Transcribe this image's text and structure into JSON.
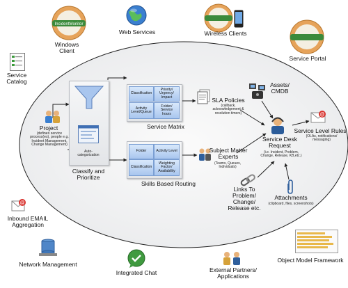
{
  "diagram": {
    "clients": {
      "windows": "Windows\nClient",
      "web_services": "Web Services",
      "wireless": "Wireless Clients",
      "service_portal": "Service Portal",
      "service_catalog": "Service\nCatalog"
    },
    "logo_text": "IncidentMonitor",
    "project": {
      "title": "Project",
      "desc": "(defines service\nprocess(es), people e.g.\nIncident Management,\nChange Management)"
    },
    "auto_categorization": "Auto-\ncategorization",
    "classify": "Classify and\nPrioritize",
    "service_matrix": {
      "title": "Service Matrix",
      "cells": [
        "Classification",
        "Priority/\nUrgency/\nImpact",
        "Activity\nLevel/Queue",
        "Folder/\nService\nhours"
      ]
    },
    "sla": {
      "title": "SLA Policies",
      "desc": "(callback,\nacknowledgement &\nresolution timers)"
    },
    "skills_routing": {
      "title": "Skills Based Routing",
      "cells": [
        "Folder",
        "Activity Level",
        "Classification",
        "Weighting\nFactor/\nAvailability"
      ]
    },
    "sme": {
      "title": "Subject Matter\nExperts",
      "desc": "(Teams, Queues,\nIndividuals)"
    },
    "assets": "Assets/\nCMDB",
    "service_desk": {
      "title": "Service Desk\nRequest",
      "desc": "(i.e. Incident, Problem,\nChange, Release, KB,etc.)"
    },
    "service_level_rules": {
      "title": "Service Level Rules",
      "desc": "(OLAs, notifications/\nmessaging)"
    },
    "attachments": {
      "title": "Attachments",
      "desc": "(clipboard, files, screenshots)"
    },
    "links": "Links To\nProblem/\nChange/\nRelease etc.",
    "inbound_email": "Inbound EMAIL\nAggregation",
    "network_management": "Network Management",
    "integrated_chat": "Integrated Chat",
    "external_partners": "External Partners/\nApplications",
    "object_model": "Object Model Framework"
  }
}
